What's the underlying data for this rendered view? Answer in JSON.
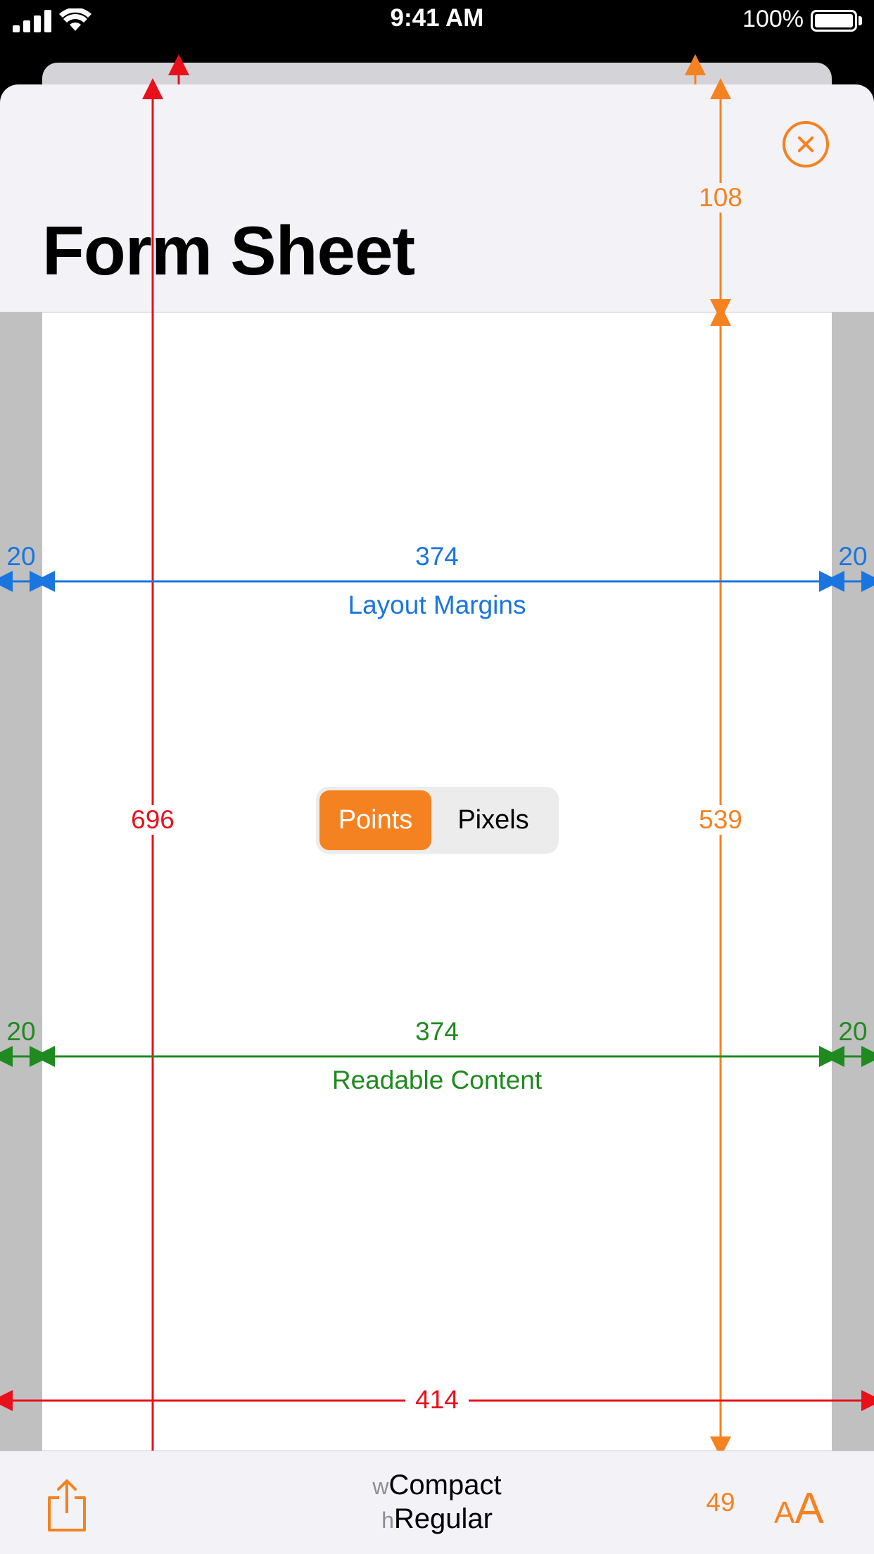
{
  "status_bar": {
    "time": "9:41 AM",
    "battery_percent": "100%",
    "icons": [
      "cellular-signal-icon",
      "wifi-icon",
      "battery-icon"
    ]
  },
  "sheet": {
    "title": "Form Sheet",
    "close_icon": "close-circle-icon"
  },
  "colors": {
    "accent": "#f58220",
    "layout_margins": "#1a75e0",
    "readable_content": "#1f8a1f",
    "safe_area": "#e8111b"
  },
  "measurements": {
    "top_bar_height": "108",
    "content_height_orange": "539",
    "sheet_height_red": "696",
    "bottom_bar_height": "49",
    "width_total": "414",
    "layout_margins": {
      "left": "20",
      "center": "374",
      "right": "20",
      "label": "Layout Margins"
    },
    "readable_content": {
      "left": "20",
      "center": "374",
      "right": "20",
      "label": "Readable Content"
    }
  },
  "segmented_control": {
    "options": [
      "Points",
      "Pixels"
    ],
    "selected": "Points"
  },
  "toolbar": {
    "share_icon": "share-icon",
    "size_class": {
      "w_prefix": "w",
      "w_value": "Compact",
      "h_prefix": "h",
      "h_value": "Regular"
    },
    "text_size_label_small": "A",
    "text_size_label_big": "A"
  }
}
